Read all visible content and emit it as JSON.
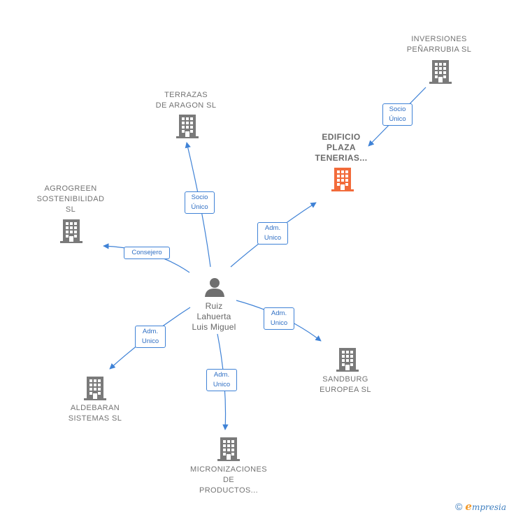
{
  "center": {
    "label": "Ruiz\nLahuerta\nLuis Miguel"
  },
  "companies": [
    {
      "id": "inversiones",
      "label": "INVERSIONES\nPEÑARRUBIA SL",
      "focus": false
    },
    {
      "id": "edificio",
      "label": "EDIFICIO\nPLAZA\nTENERIAS...",
      "focus": true
    },
    {
      "id": "terrazas",
      "label": "TERRAZAS\nDE ARAGON SL",
      "focus": false
    },
    {
      "id": "agrogreen",
      "label": "AGROGREEN\nSOSTENIBILIDAD\nSL",
      "focus": false
    },
    {
      "id": "sandburg",
      "label": "SANDBURG\nEUROPEA SL",
      "focus": false
    },
    {
      "id": "aldebaran",
      "label": "ALDEBARAN\nSISTEMAS SL",
      "focus": false
    },
    {
      "id": "micronizaciones",
      "label": "MICRONIZACIONES\nDE\nPRODUCTOS...",
      "focus": false
    }
  ],
  "edges": [
    {
      "id": "inv-edif",
      "label": "Socio\nÚnico"
    },
    {
      "id": "ruiz-terrazas",
      "label": "Socio\nÚnico"
    },
    {
      "id": "ruiz-edificio",
      "label": "Adm.\nUnico"
    },
    {
      "id": "ruiz-agrogreen",
      "label": "Consejero"
    },
    {
      "id": "ruiz-sandburg",
      "label": "Adm.\nUnico"
    },
    {
      "id": "ruiz-aldebaran",
      "label": "Adm.\nUnico"
    },
    {
      "id": "ruiz-micronizaciones",
      "label": "Adm.\nUnico"
    }
  ],
  "colors": {
    "edge": "#3f82d6",
    "building": "#7a7a7a",
    "focus_building": "#f26b3a",
    "person": "#6f6f6f"
  },
  "footer": {
    "copyright_symbol": "©",
    "brand_initial": "e",
    "brand_rest": "mpresia"
  }
}
